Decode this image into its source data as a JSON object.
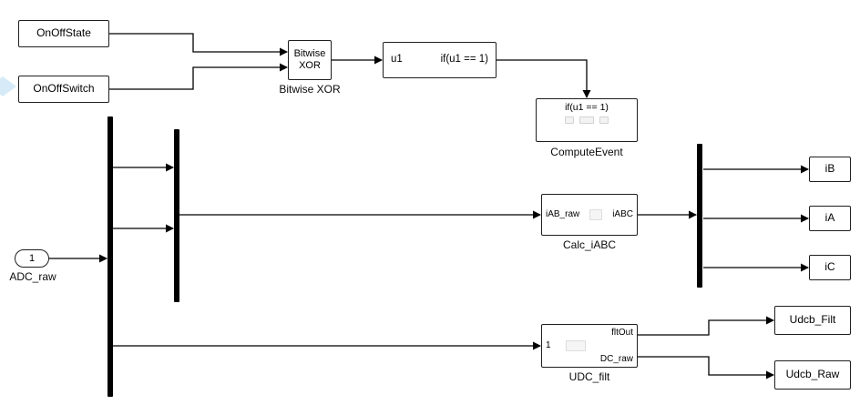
{
  "colors": {
    "wire": "#000000",
    "accent_chevron": "#cfe7f6"
  },
  "blocks": {
    "on_off_state": {
      "label": "OnOffState"
    },
    "on_off_switch": {
      "label": "OnOffSwitch"
    },
    "bitwise_xor": {
      "line1": "Bitwise",
      "line2": "XOR",
      "caption": "Bitwise XOR"
    },
    "if_block": {
      "input_label": "u1",
      "condition_label": "if(u1 == 1)"
    },
    "compute_event": {
      "header": "if(u1 == 1)",
      "caption": "ComputeEvent"
    },
    "adc_input": {
      "port_number": "1",
      "caption": "ADC_raw"
    },
    "calc_iabc": {
      "in_label": "iAB_raw",
      "out_label": "iABC",
      "caption": "Calc_iABC"
    },
    "udc_filt": {
      "in_label": "1",
      "out_top_label": "fltOut",
      "out_bottom_label": "DC_raw",
      "caption": "UDC_filt"
    },
    "out_ib": {
      "label": "iB"
    },
    "out_ia": {
      "label": "iA"
    },
    "out_ic": {
      "label": "iC"
    },
    "out_udcb_filt": {
      "label": "Udcb_Filt"
    },
    "out_udcb_raw": {
      "label": "Udcb_Raw"
    }
  }
}
